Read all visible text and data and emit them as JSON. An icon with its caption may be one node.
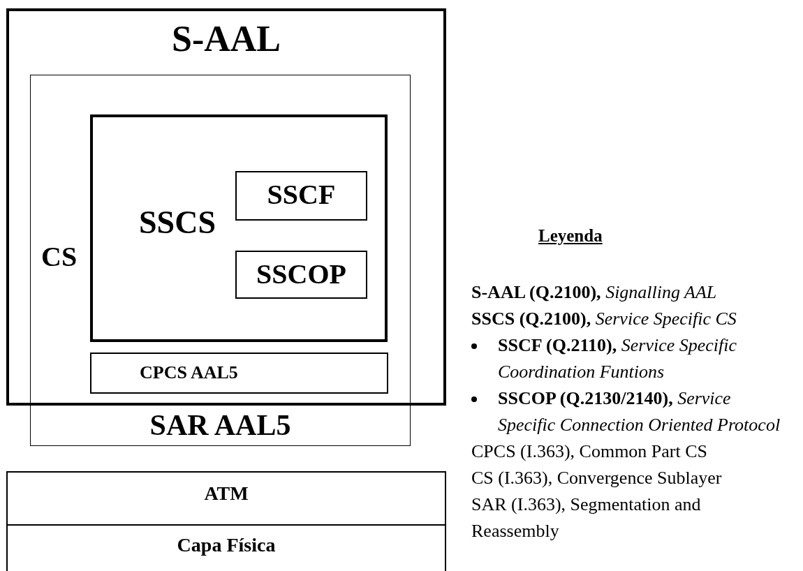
{
  "diagram": {
    "nodes": [
      {
        "text": [
          "S-AAL"
        ]
      },
      {
        "text": [
          "CS",
          "SAR AAL5"
        ]
      },
      {
        "text": [
          "SSCS"
        ],
        "in": 1
      },
      {
        "text": [
          "SSCF"
        ],
        "in": 2
      },
      {
        "text": [
          "SSCOP"
        ],
        "in": 2
      },
      {
        "text": [
          "CPCS AAL5"
        ],
        "in": 1
      },
      {
        "text": [
          "ATM"
        ]
      },
      {
        "text": [
          "Capa Física"
        ]
      }
    ],
    "labels": [
      "Leyenda",
      "**S-AAL (Q.2100),** *Signalling AAL*",
      "**SSCS (Q.2100),** *Service Specific CS*",
      "**SSCF (Q.2110),** *Service Specific Coordination Funtions*",
      "**SSCOP (Q.2130/2140),** *Service Specific Connection Oriented Protocol*",
      "CPCS (I.363), Common Part CS",
      "CS (I.363), Convergence Sublayer",
      "SAR (I.363), Segmentation and Reassembly"
    ]
  }
}
